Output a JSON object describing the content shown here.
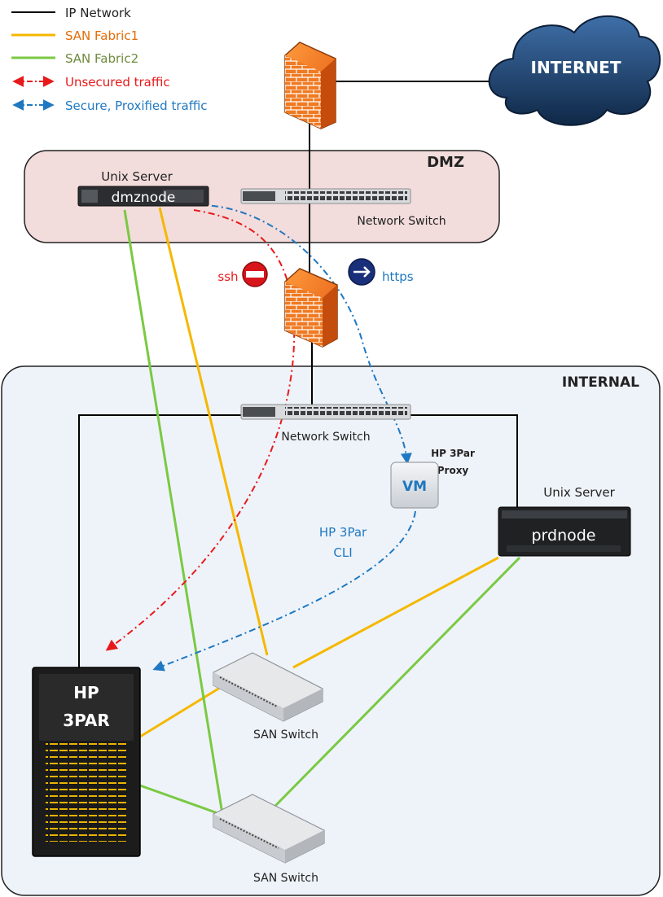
{
  "legend": {
    "ip_network": "IP Network",
    "san_fabric1": "SAN Fabric1",
    "san_fabric2": "SAN Fabric2",
    "unsecured": "Unsecured traffic",
    "secure": "Secure, Proxified traffic"
  },
  "zones": {
    "dmz": "DMZ",
    "internal": "INTERNAL"
  },
  "internet": {
    "label": "INTERNET"
  },
  "dmz": {
    "server_caption": "Unix Server",
    "server_name": "dmznode",
    "switch_label": "Network Switch"
  },
  "traffic": {
    "ssh": "ssh",
    "https": "https"
  },
  "internal": {
    "switch_label": "Network Switch",
    "proxy_title_line1": "HP 3Par",
    "proxy_title_line2": "Proxy",
    "vm_label": "VM",
    "cli_line1": "HP 3Par",
    "cli_line2": "CLI",
    "server_caption": "Unix Server",
    "server_name": "prdnode",
    "storage_line1": "HP",
    "storage_line2": "3PAR",
    "san_switch_1": "SAN Switch",
    "san_switch_2": "SAN Switch"
  },
  "colors": {
    "ip": "#000000",
    "fabric1": "#f5b800",
    "fabric2": "#7ac943",
    "unsecured": "#e8191a",
    "secure": "#1f78c1",
    "dmz_fill": "#f3dcdc",
    "internal_fill": "#eef3f9"
  }
}
